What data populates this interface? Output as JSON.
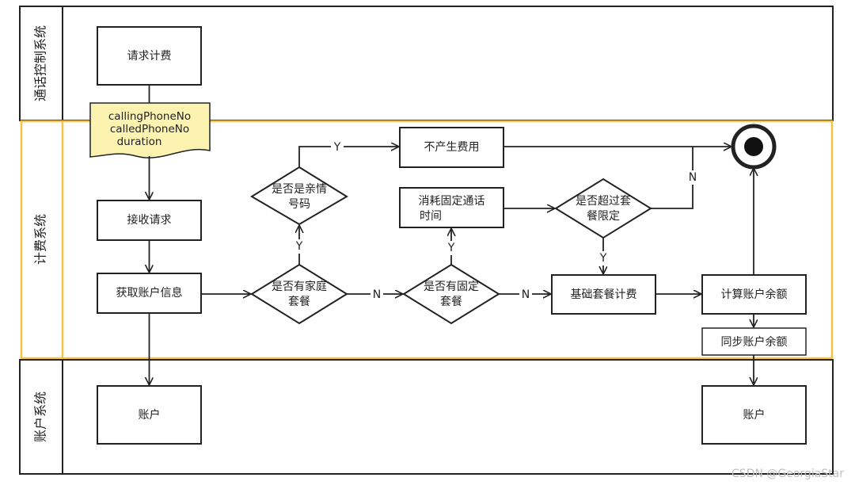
{
  "lanes": {
    "call_control": "通话控制系统",
    "billing": "计费系统",
    "account": "账户系统"
  },
  "nodes": {
    "request_billing": "请求计费",
    "doc_line1": "callingPhoneNo",
    "doc_line2": "calledPhoneNo",
    "doc_line3": "duration",
    "receive_request": "接收请求",
    "get_account_info": "获取账户信息",
    "is_family_plan": [
      "是否有家庭",
      "套餐"
    ],
    "is_family_number": [
      "是否是亲情",
      "号码"
    ],
    "no_charge": "不产生费用",
    "has_fixed_plan": [
      "是否有固定",
      "套餐"
    ],
    "consume_fixed_time": [
      "消耗固定通话",
      "时间"
    ],
    "exceed_plan_limit": [
      "是否超过套",
      "餐限定"
    ],
    "basic_plan_billing": "基础套餐计费",
    "calc_balance": "计算账户余额",
    "sync_balance": "同步账户余额",
    "account_left": "账户",
    "account_right": "账户"
  },
  "edge_labels": {
    "y1": "Y",
    "y2": "Y",
    "y3": "Y",
    "y4": "Y",
    "n1": "N",
    "n2": "N",
    "n3": "N"
  },
  "colors": {
    "billing_lane": "#f5c242",
    "document_fill": "#fdf3b0",
    "line": "#222222"
  },
  "watermark": "CSDN @GeorgiaStar"
}
